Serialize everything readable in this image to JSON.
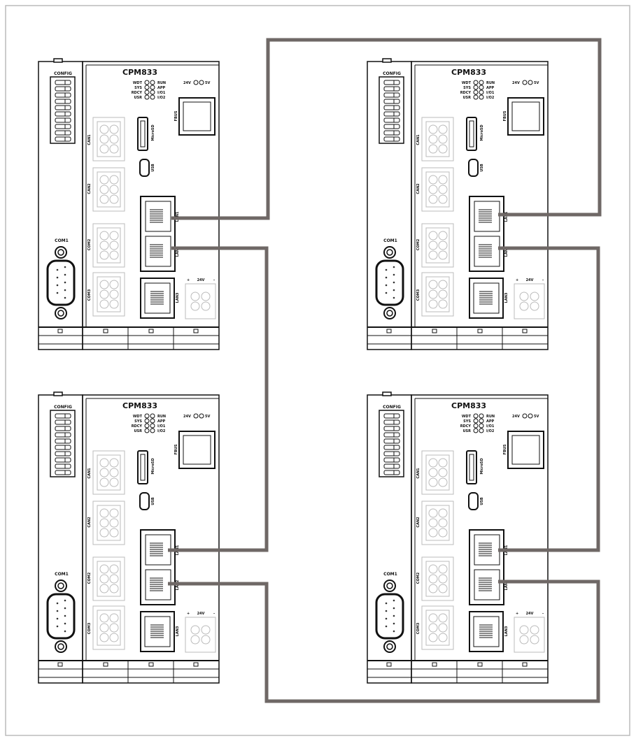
{
  "diagram": {
    "title": "CPM833 ring topology",
    "cable_color": "#6f6866",
    "devices": [
      {
        "id": "top-left",
        "model": "CPM833"
      },
      {
        "id": "top-right",
        "model": "CPM833"
      },
      {
        "id": "bottom-left",
        "model": "CPM833"
      },
      {
        "id": "bottom-right",
        "model": "CPM833"
      }
    ],
    "labels": {
      "config": "CONFIG",
      "wdt": "WDT",
      "sys": "SYS",
      "rdcy": "RDCY",
      "usr": "USR",
      "run": "RUN",
      "app": "APP",
      "io1": "I/O1",
      "io2": "I/O2",
      "v24": "24V",
      "v5": "5V",
      "fbus": "FBUS",
      "can1": "CAN1",
      "can2": "CAN2",
      "microsd": "MicroSD",
      "usb": "USB",
      "lan1": "LAN1",
      "lan2": "LAN2",
      "lan3": "LAN3",
      "com1": "COM1",
      "com2": "COM2",
      "com3": "COM3",
      "power": "24V",
      "plus": "+",
      "minus": "-"
    },
    "connections": [
      {
        "from": "top-left LAN1",
        "to": "top-right LAN1"
      },
      {
        "from": "top-left LAN2",
        "to": "bottom-left LAN1"
      },
      {
        "from": "bottom-left LAN2",
        "to": "bottom-right LAN2"
      },
      {
        "from": "top-right LAN2",
        "to": "bottom-right LAN1"
      }
    ]
  }
}
